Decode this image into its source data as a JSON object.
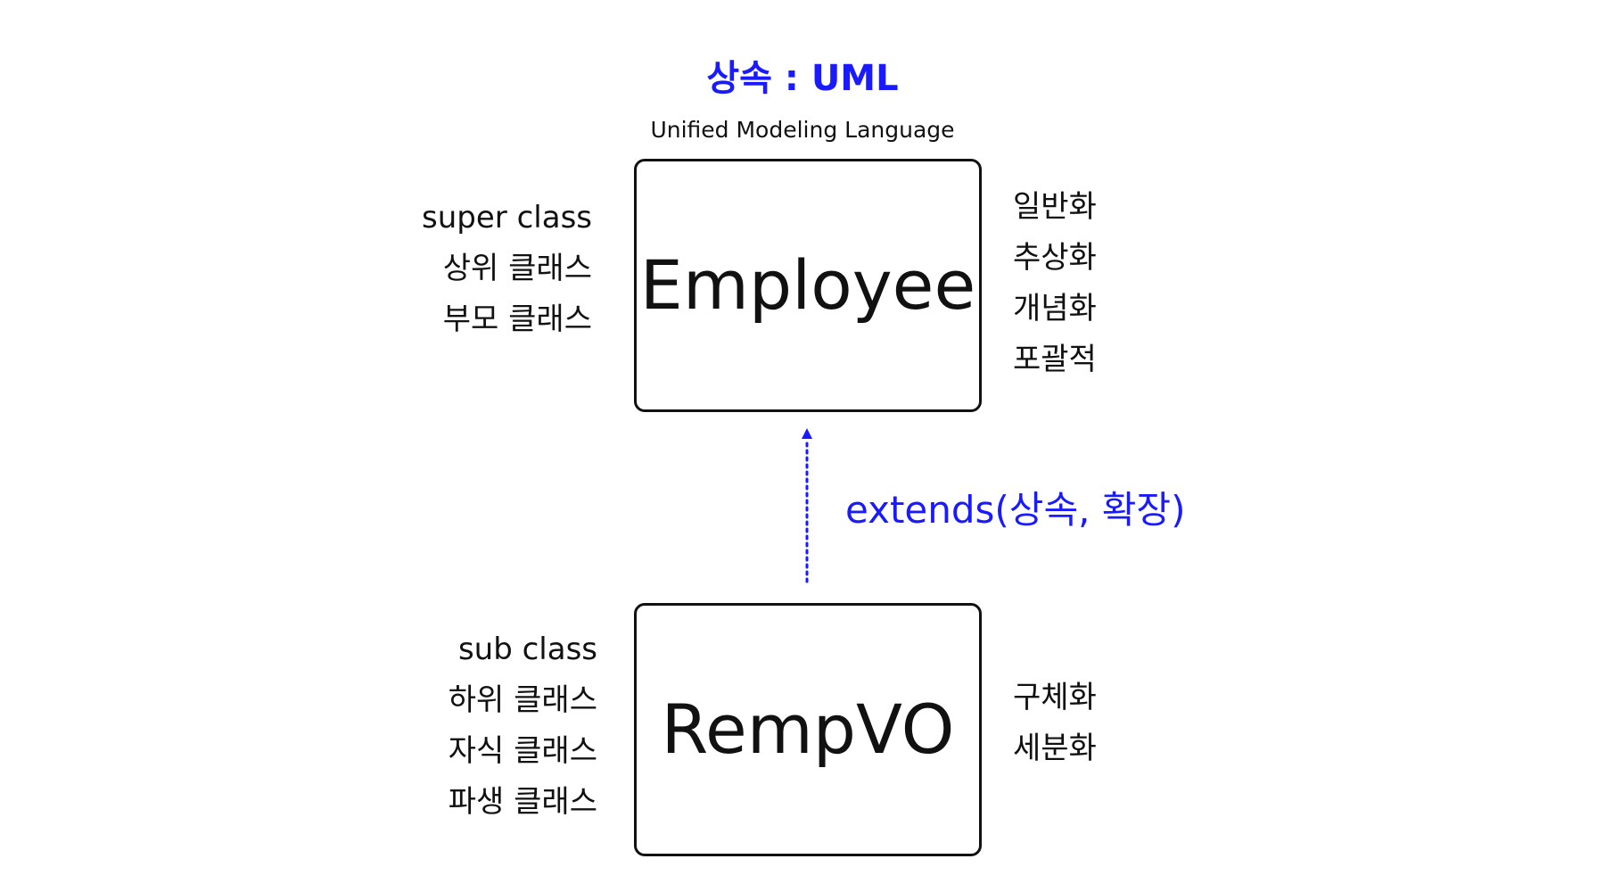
{
  "diagram": {
    "title": "상속 : UML",
    "subtitle": "Unified Modeling Language",
    "super_class": {
      "name": "Employee",
      "left_labels": [
        "super class",
        "상위 클래스",
        "부모 클래스"
      ],
      "right_labels": [
        "일반화",
        "추상화",
        "개념화",
        "포괄적"
      ]
    },
    "sub_class": {
      "name": "RempVO",
      "left_labels": [
        "sub class",
        "하위 클래스",
        "자식 클래스",
        "파생 클래스"
      ],
      "right_labels": [
        "구체화",
        "세분화"
      ]
    },
    "relation": {
      "label": "extends(상속, 확장)",
      "line_style": "dotted",
      "direction": "sub-to-super"
    },
    "colors": {
      "accent": "#1a1aff",
      "text": "#111111",
      "background": "#ffffff"
    }
  }
}
